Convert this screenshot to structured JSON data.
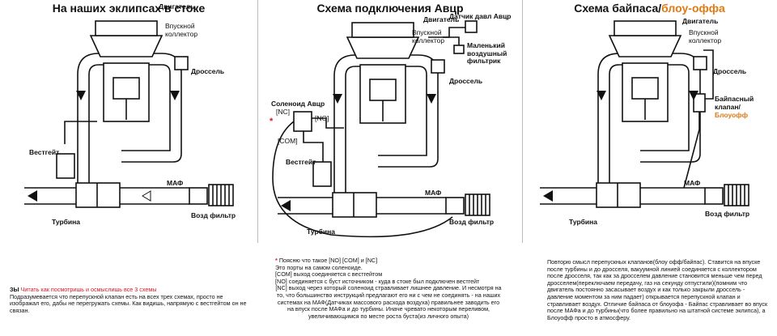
{
  "panels": [
    {
      "title": "На наших эклипсах в стоке",
      "labels": {
        "engine": "Двигатель",
        "intake_manifold": "Впускной\nколлектор",
        "throttle": "Дроссель",
        "wastegate": "Вестгейт",
        "maf": "МАФ",
        "air_filter": "Возд фильтр",
        "turbine": "Турбина"
      }
    },
    {
      "title": "Схема подключения Авцр",
      "labels": {
        "engine": "Двигатель",
        "pressure_sensor": "Датчик давл Авцр",
        "intake_manifold": "Впускной\nколлектор",
        "small_filter": "Маленький\nвоздушный\nфильтрик",
        "throttle": "Дроссель",
        "solenoid": "Соленоид Авцр",
        "nc": "[NC]",
        "no": "[NO]",
        "com": "[COM]",
        "wastegate": "Вестгейт",
        "maf": "МАФ",
        "air_filter": "Возд фильтр",
        "turbine": "Турбина"
      }
    },
    {
      "title_main": "Схема байпаса/",
      "title_accent": "блоу-оффа",
      "labels": {
        "engine": "Двигатель",
        "intake_manifold": "Впускной\nколлектор",
        "throttle": "Дроссель",
        "bypass_line1": "Байпасный",
        "bypass_line2": "клапан/",
        "bypass_line3": "Блоуофф",
        "maf": "МАФ",
        "air_filter": "Возд фильтр",
        "turbine": "Турбина"
      }
    }
  ],
  "captions": {
    "left_prefix": "ЗЫ",
    "left_highlight": "Читать как посмотришь и осмыслишь все 3 схемы",
    "left_body": "Подразумевается что перепускной клапан есть на всех трех схемах, просто не изображал его, дабы не перегружать схемы. Как видишь, напрямую с вестгейтом он не связан.",
    "middle_intro": "Поясню что такое [NO] [COM] и [NC]",
    "middle_lines": [
      "Это порты на самом соленоиде.",
      "[COM] выход соединяется с вестгейтом",
      "[NO] соединяется с буст источником - куда в стоке был подключен вестгейт",
      "[NC] выход через который соленоид стравливает лишнее давление. И несмотря на то, что большинство инструкций предлагают его ни с чем не соединять - на наших системах на МАФ(Датчиках массового расхода воздуха) правильнее заводить его на впуск после МАФа и до турбины. Иначе чревато некоторым переливом, увеличивающимся по месте роста буста(из личного опыта)"
    ],
    "right_body": "Повторю смысл перепускных клапанов(блоу офф/байпас). Ставится на впуске после турбины и до дросселя, вакуумной линией соединяется с коллектором после дросселя, так как за дросселем давление становится меньше чем перед дросселем(переключаем передачу, газ на секунду отпустили)(помним что двигатель постоянно засасывает воздух и как только закрыли дроссель - давление моментом за ним падает) открывается перепускной клапан и стравливает воздух. Отличие байпаса от блоуофа - Байпас стравливает во впуск после МАФа и до турбины(что более правильно на штатной системе эклипса), а Блоуофф просто в атмосферу."
  }
}
